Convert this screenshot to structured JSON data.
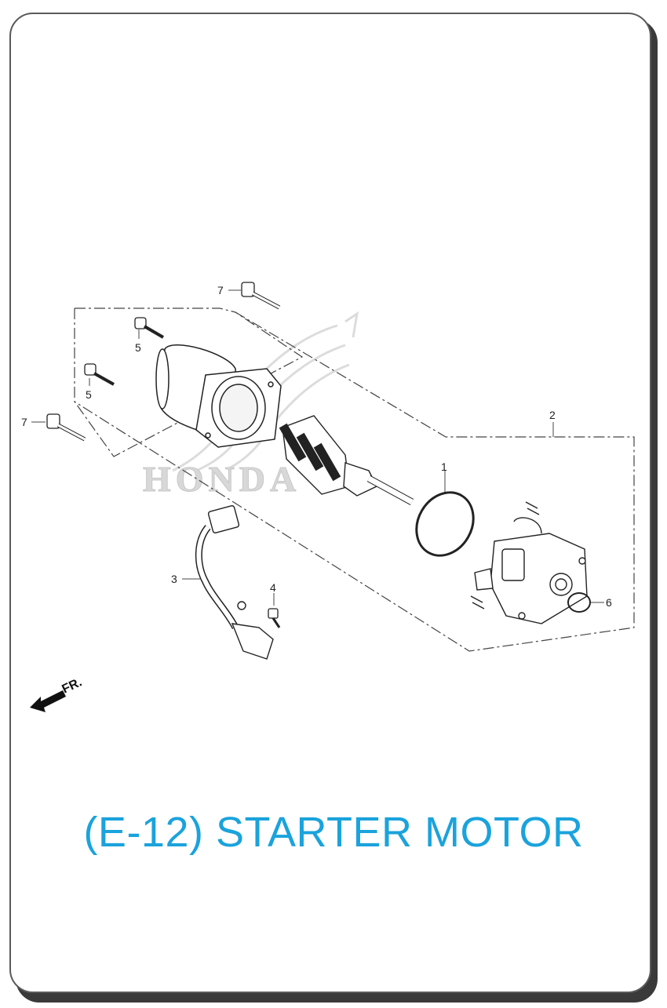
{
  "title": "(E-12) STARTER MOTOR",
  "title_color": "#1aa3dc",
  "watermark": {
    "text": "HONDA",
    "color": "#d8d8d8"
  },
  "direction_label": "FR.",
  "callouts": {
    "c1": "1",
    "c2": "2",
    "c3": "3",
    "c4": "4",
    "c5a": "5",
    "c5b": "5",
    "c6": "6",
    "c7a": "7",
    "c7b": "7"
  }
}
